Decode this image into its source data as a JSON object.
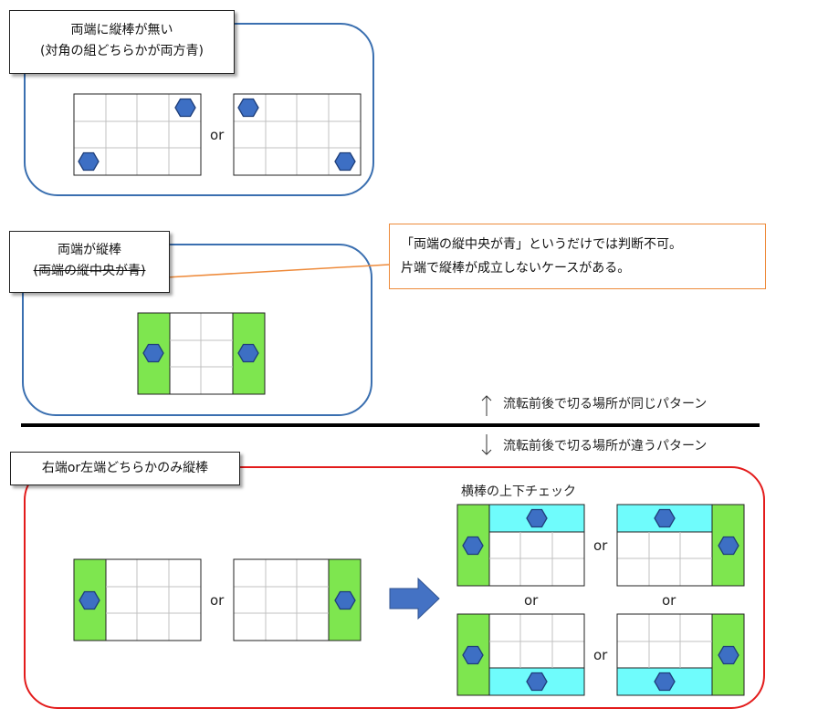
{
  "sections": {
    "top": {
      "title_line1": "両端に縦棒が無い",
      "title_line2": "(対角の組どちらかが両方青)",
      "or": "or"
    },
    "middle": {
      "title_line1": "両端が縦棒",
      "title_line2": "(両端の縦中央が青)",
      "callout_line1": "「両端の縦中央が青」というだけでは判断不可。",
      "callout_line2": "片端で縦棒が成立しないケースがある。"
    },
    "divider": {
      "above_label": "流転前後で切る場所が同じパターン",
      "below_label": "流転前後で切る場所が違うパターン"
    },
    "bottom": {
      "title": "右端or左端どちらかのみ縦棒",
      "check_label": "横棒の上下チェック",
      "or": "or"
    }
  },
  "colors": {
    "blue_frame": "#3a6fb0",
    "red_frame": "#e31b1b",
    "green_bar": "#7ee64f",
    "cyan_bar": "#6ffcfc",
    "hexagon_fill": "#3d6fc4",
    "hexagon_stroke": "#1f3f7a",
    "callout_border": "#ee8a3a",
    "arrow_fill": "#4472c4"
  }
}
